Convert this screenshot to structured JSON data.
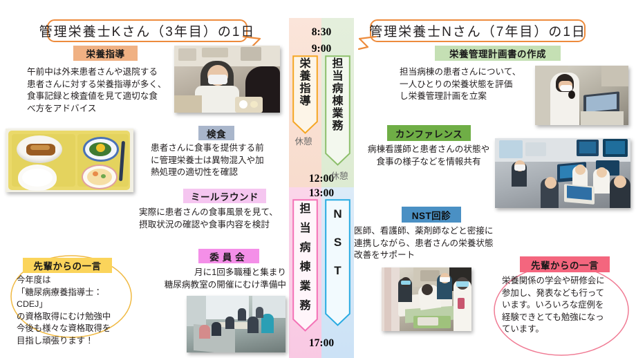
{
  "colors": {
    "bubble_border": "#ED8B3C",
    "badge_orange": "#F0B183",
    "badge_slate": "#A9B6CB",
    "badge_pink_light": "#F5C6F0",
    "badge_magenta": "#F48FE8",
    "badge_yellow": "#FBD45B",
    "badge_green_light": "#C5E0B4",
    "badge_green": "#6FAE46",
    "badge_blue": "#4A90C4",
    "badge_rose": "#F4667E",
    "timeline_left_top": "#FBE5DA",
    "timeline_right_top": "#E4EFDC",
    "timeline_left_bottom": "#FBD6EA",
    "timeline_right_bottom": "#DCEBF8",
    "ribbon_nutrition_guidance": "#F5A623",
    "ribbon_ward_duty_green": "#8DBF6B",
    "ribbon_ward_duty_pink": "#F472B6",
    "ribbon_nst": "#29ABE2"
  },
  "left_column": {
    "header": "管理栄養士Kさん（3年目）の1日",
    "sections": [
      {
        "badge": "栄養指導",
        "body": "午前中は外来患者さんや退院する\n患者さんに対する栄養指導が多く、\n食事記録と検査値を見て適切な食\nべ方をアドバイス",
        "photo": "nutrition-guidance-photo"
      },
      {
        "badge": "検食",
        "body": "患者さんに食事を提供する前\nに管理栄養士は異物混入や加\n熱処理の適切性を確認",
        "photo": "meal-tray-photo"
      },
      {
        "badge": "ミールラウンド",
        "body": "実際に患者さんの食事風景を見て、\n摂取状況の確認や食事内容を検討",
        "photo": "meal-round-photo"
      },
      {
        "badge": "委員会",
        "body": "月に1回多職種と集まり\n糖尿病教室の開催にむけ準備中",
        "photo": "committee-photo"
      }
    ],
    "senior_note": {
      "badge": "先輩からの一言",
      "body": "今年度は\n「糖尿病療養指導士：CDEJ」\nの資格取得にむけ勉強中\n今後も様々な資格取得を\n目指し頑張ります！"
    }
  },
  "right_column": {
    "header": "管理栄養士Nさん（7年目）の1日",
    "sections": [
      {
        "badge": "栄養管理計画書の作成",
        "body": "担当病棟の患者さんについて、\n一人ひとりの栄養状態を評価\nし栄養管理計画を立案",
        "photo": "care-plan-photo"
      },
      {
        "badge": "カンファレンス",
        "body": "病棟看護師と患者さんの状態や\n食事の様子などを情報共有",
        "photo": "conference-photo"
      },
      {
        "badge": "NST回診",
        "body": "医師、看護師、薬剤師などと密接に\n連携しながら、患者さんの栄養状態\n改善をサポート",
        "photo": "nst-round-photo"
      }
    ],
    "senior_note": {
      "badge": "先輩からの一言",
      "body": "栄養関係の学会や研修会に\n参加し、発表なども行って\nいます。いろいろな症例を\n経験できとても勉強になっ\nています。"
    }
  },
  "timeline": {
    "times": [
      "8:30",
      "9:00",
      "12:00",
      "13:00",
      "17:00"
    ],
    "breaks": [
      "休憩",
      "休憩"
    ],
    "ribbons": [
      {
        "id": "nutrition-guidance-ribbon",
        "label": "栄養指導",
        "chars": [
          "栄",
          "養",
          "指",
          "導"
        ],
        "period": "morning",
        "side": "left"
      },
      {
        "id": "ward-duty-morning-ribbon",
        "label": "担当病棟業務",
        "chars": [
          "担",
          "当",
          "病",
          "棟",
          "業",
          "務"
        ],
        "period": "morning",
        "side": "right"
      },
      {
        "id": "ward-duty-afternoon-ribbon",
        "label": "担当病棟業務",
        "chars": [
          "担",
          "当",
          "病",
          "棟",
          "業",
          "務"
        ],
        "period": "afternoon",
        "side": "left"
      },
      {
        "id": "nst-ribbon",
        "label": "NST",
        "chars": [
          "N",
          "S",
          "T"
        ],
        "period": "afternoon",
        "side": "right"
      }
    ]
  }
}
